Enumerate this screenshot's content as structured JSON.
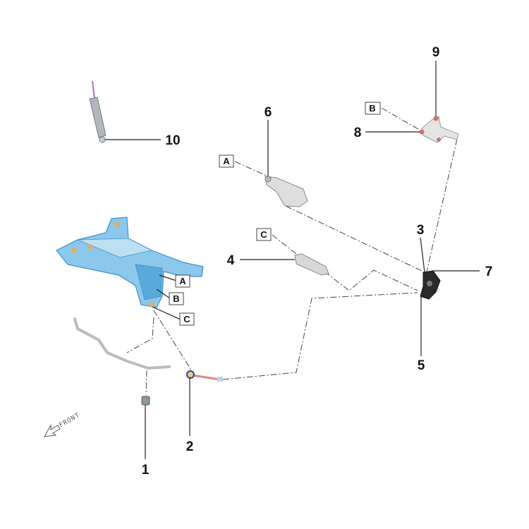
{
  "callouts": [
    "1",
    "2",
    "3",
    "4",
    "5",
    "6",
    "7",
    "8",
    "9",
    "10"
  ],
  "refs": {
    "a": "A",
    "b": "B",
    "c": "C"
  },
  "direction_label": "FRONT",
  "colors": {
    "subframe": "#8cc8ec",
    "subframe_dark": "#3f8fc8",
    "toe_link": "#d98c80",
    "knuckle": "#2a2a2a",
    "shock": "#b0b8bd",
    "arm": "#d8d8d8"
  }
}
